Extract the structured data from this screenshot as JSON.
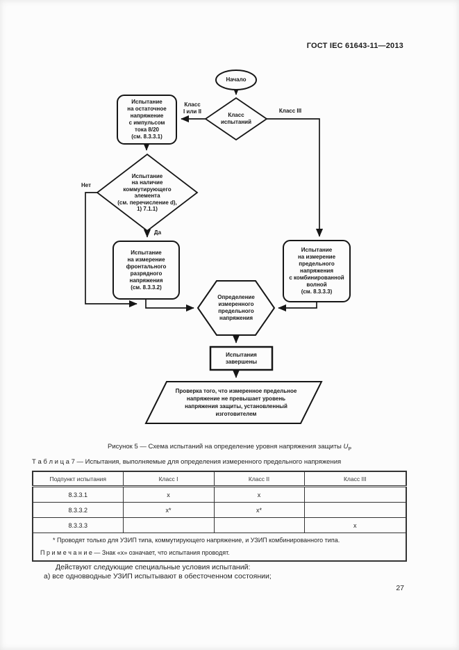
{
  "page": {
    "header": "ГОСТ IEC 61643-11—2013",
    "page_number": "27"
  },
  "flowchart": {
    "start": "Начало",
    "decision_class": "Класс\nиспытаний",
    "label_class_1_2": "Класс\nI или II",
    "label_class_3": "Класс III",
    "label_no": "Нет",
    "label_yes": "Да",
    "box_residual": "Испытание\nна остаточное\nнапряжение\nс импульсом\nтока 8/20\n(см. 8.3.3.1)",
    "decision_commutation": "Испытание\nна наличие\nкоммутирующего\nэлемента\n(см. перечисление d),\n1) 7.1.1)",
    "box_front_discharge": "Испытание\nна измерение\nфронтального\nразрядного\nнапряжения\n(см. 8.3.3.2)",
    "box_combined_wave": "Испытание\nна измерение\nпредельного\nнапряжения\nс комбинированной\nволной\n(см. 8.3.3.3)",
    "hex_determination": "Определение\nизмеренного\nпредельного\nнапряжения",
    "box_complete": "Испытания\nзавершены",
    "par_check": "Проверка того, что измеренное предельное\nнапряжение не превышает уровень\nнапряжения защиты, установленный\nизготовителем"
  },
  "caption": {
    "text": "Рисунок 5 — Схема испытаний на определение уровня напряжения защиты ",
    "symbol": "U",
    "symbol_sub": "P"
  },
  "table": {
    "title": "Т а б л и ц а  7 — Испытания, выполняемые для определения измеренного предельного напряжения",
    "headers": [
      "Подпункт испытания",
      "Класс I",
      "Класс II",
      "Класс III"
    ],
    "rows": [
      [
        "8.3.3.1",
        "х",
        "х",
        ""
      ],
      [
        "8.3.3.2",
        "х*",
        "х*",
        ""
      ],
      [
        "8.3.3.3",
        "",
        "",
        "х"
      ]
    ],
    "footnote": "* Проводят только для УЗИП типа, коммутирующего напряжение, и УЗИП комбинированного типа.",
    "note": "П р и м е ч а н и е — Знак «х» означает, что испытания проводят."
  },
  "body": {
    "line1": "Действуют следующие специальные условия испытаний:",
    "line2": "а) все одновводные УЗИП испытывают в обесточенном состоянии;"
  }
}
